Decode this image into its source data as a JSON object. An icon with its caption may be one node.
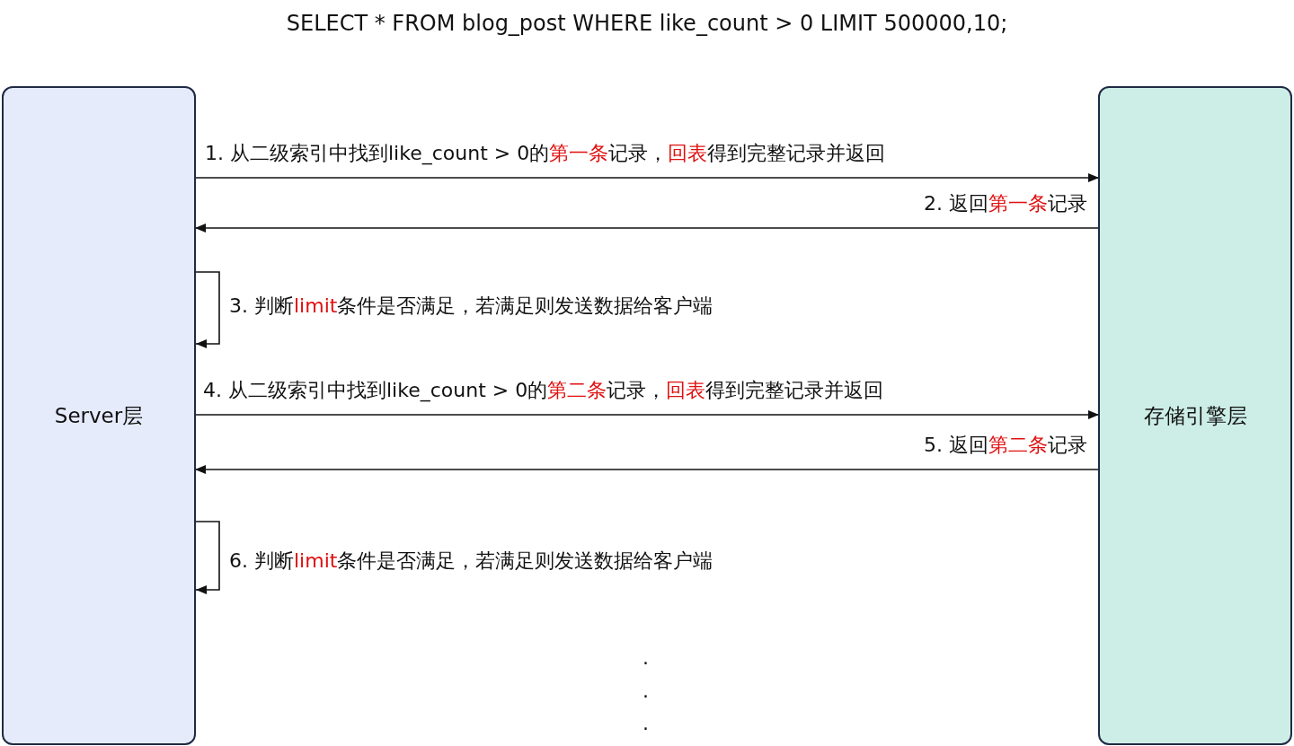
{
  "diagram": {
    "title": "SELECT * FROM blog_post WHERE like_count > 0 LIMIT 500000,10;",
    "nodes": [
      {
        "text": [
          "Server层"
        ]
      },
      {
        "text": [
          "存储引擎层"
        ]
      }
    ],
    "edges": [
      {
        "from": 0,
        "to": 1,
        "arrow": "to",
        "label": "1. 从二级索引中找到like_count > 0的**第一条**记录，**回表**得到完整记录并返回"
      },
      {
        "from": 1,
        "to": 0,
        "arrow": "to",
        "label": "2. 返回**第一条**记录"
      },
      {
        "from": 0,
        "to": 0,
        "arrow": "to",
        "label": "3. 判断**limit**条件是否满足，若满足则发送数据给客户端"
      },
      {
        "from": 0,
        "to": 1,
        "arrow": "to",
        "label": "4. 从二级索引中找到like_count > 0的**第二条**记录，**回表**得到完整记录并返回"
      },
      {
        "from": 1,
        "to": 0,
        "arrow": "to",
        "label": "5. 返回**第二条**记录"
      },
      {
        "from": 0,
        "to": 0,
        "arrow": "to",
        "label": "6. 判断**limit**条件是否满足，若满足则发送数据给客户端"
      }
    ],
    "labels": [
      ".",
      ".",
      "."
    ]
  }
}
